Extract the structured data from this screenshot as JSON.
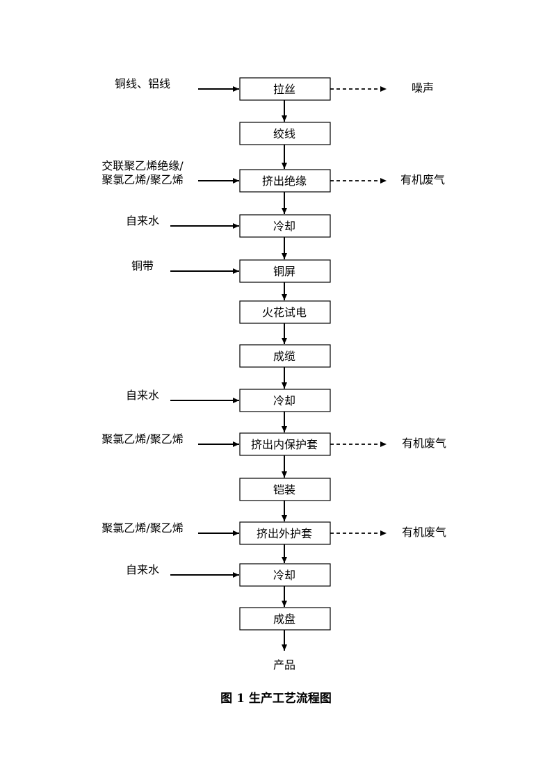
{
  "steps": [
    {
      "label": "拉丝"
    },
    {
      "label": "绞线"
    },
    {
      "label": "挤出绝缘"
    },
    {
      "label": "冷却"
    },
    {
      "label": "铜屏"
    },
    {
      "label": "火花试电"
    },
    {
      "label": "成缆"
    },
    {
      "label": "冷却"
    },
    {
      "label": "挤出内保护套"
    },
    {
      "label": "铠装"
    },
    {
      "label": "挤出外护套"
    },
    {
      "label": "冷却"
    },
    {
      "label": "成盘"
    }
  ],
  "inputs": [
    {
      "step": 0,
      "lines": [
        "铜线、铝线"
      ]
    },
    {
      "step": 2,
      "lines": [
        "交联聚乙烯绝缘/",
        "聚氯乙烯/聚乙烯"
      ]
    },
    {
      "step": 3,
      "lines": [
        "自来水"
      ]
    },
    {
      "step": 4,
      "lines": [
        "铜带"
      ]
    },
    {
      "step": 7,
      "lines": [
        "自来水"
      ]
    },
    {
      "step": 8,
      "lines": [
        "聚氯乙烯/聚乙烯"
      ]
    },
    {
      "step": 10,
      "lines": [
        "聚氯乙烯/聚乙烯"
      ]
    },
    {
      "step": 11,
      "lines": [
        "自来水"
      ]
    }
  ],
  "outputs": [
    {
      "step": 0,
      "label": "噪声"
    },
    {
      "step": 2,
      "label": "有机废气"
    },
    {
      "step": 8,
      "label": "有机废气"
    },
    {
      "step": 10,
      "label": "有机废气"
    }
  ],
  "final_product": "产品",
  "caption": "图 1  生产工艺流程图"
}
